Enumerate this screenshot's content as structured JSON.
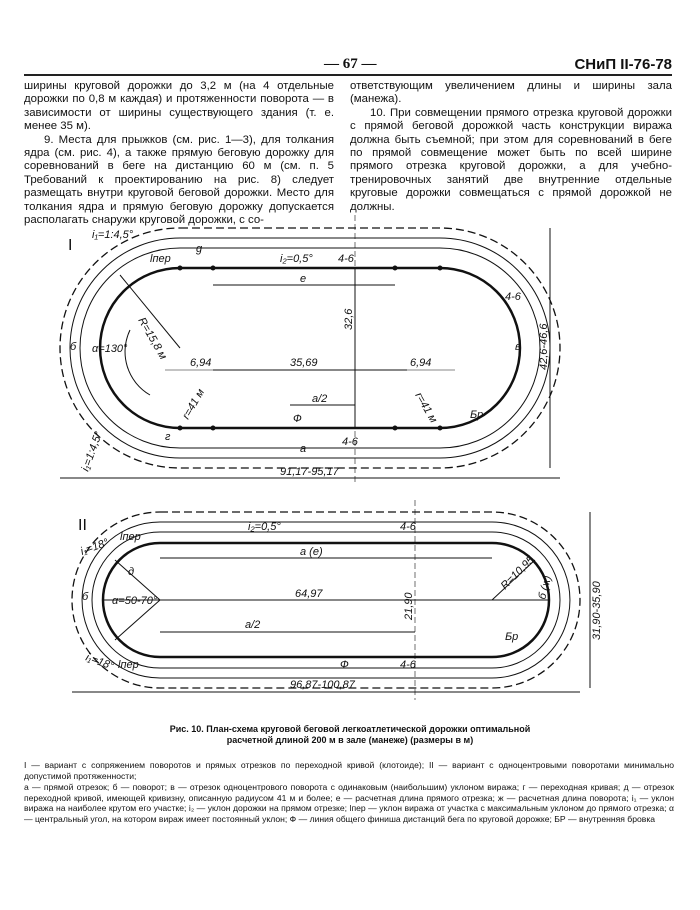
{
  "header": {
    "page_number": "— 67 —",
    "document_code": "СНиП II-76-78"
  },
  "left_column": [
    "ширины круговой дорожки до 3,2 м (на 4 отдельные дорожки по 0,8 м каждая) и протяженности поворота — в зависимости от ширины существующего здания (т. е. менее 35 м).",
    "9. Места для прыжков (см. рис. 1—3), для толкания ядра (см. рис. 4), а также прямую беговую дорожку для соревнований в беге на дистанцию 60 м (см. п. 5 Требований к проектированию на рис. 8) следует размещать внутри круговой беговой дорожки. Место для толкания ядра и прямую беговую дорожку допускается располагать снаружи круговой дорожки, с со-"
  ],
  "right_column": [
    "ответствующим увеличением длины и ширины зала (манежа).",
    "10. При совмещении прямого отрезка круговой дорожки с прямой беговой дорожкой часть конструкции виража должна быть съемной; при этом для соревнований в беге по прямой совмещение может быть по всей ширине прямого отрезка круговой дорожки, а для учебно-тренировочных занятий две внутренние отдельные круговые дорожки совмещаться с прямой дорожкой не должны."
  ],
  "figure1": {
    "label": "I",
    "i1": "i₁=1:4,5°",
    "lper": "lпер",
    "g": "g",
    "i2": "i₂=0,5°",
    "e": "е",
    "h46a": "4-6",
    "h46b": "4-6",
    "h46c": "4-6",
    "radius": "R=15,8 м",
    "alpha": "α=130°",
    "b": "б",
    "v": "в",
    "r41a": "r=41 м",
    "r41b": "r=41 м",
    "d694a": "6,94",
    "d3569": "35,69",
    "d694b": "6,94",
    "d326": "32,6",
    "d426": "42,6-46,6",
    "a2": "а/2",
    "phi": "Ф",
    "a": "а",
    "g2": "г",
    "br": "Бр",
    "i1b": "i₁=1:4,5°",
    "width": "91,17-95,17"
  },
  "figure2": {
    "label": "II",
    "i1": "i₁=18°",
    "lper": "lпер",
    "i2": "i₂=0,5°",
    "ae": "а (е)",
    "h46a": "4-6",
    "h46b": "4-6",
    "alpha": "α=50-70°",
    "b": "б",
    "d": "д",
    "d2190": "21,90",
    "radius": "R=10,95",
    "zh": "б (ж)",
    "d6497": "64,97",
    "d3190": "31,90-35,90",
    "a2": "а/2",
    "phi": "Ф",
    "br": "Бр",
    "i1b": "i₁=18°",
    "lper2": "lпер",
    "width": "96,87-100,87"
  },
  "caption": "Рис. 10. План-схема круговой беговой легкоатлетической дорожки оптимальной расчетной длиной 200 м в зале (манеже) (размеры в м)",
  "legend": [
    "I — вариант с сопряжением поворотов и прямых отрезков по переходной кривой (клотоиде); II — вариант с одноцентровыми поворотами минимально допустимой протяженности;",
    "а — прямой отрезок; б — поворот; в — отрезок одноцентрового поворота с одинаковым (наибольшим) уклоном виража; г — переходная кривая; д — отрезок переходной кривой, имеющей кривизну, описанную радиусом 41 м и более; е — расчетная длина прямого отрезка; ж — расчетная длина поворота; i₁ — уклон виража на наиболее крутом его участке; i₂ — уклон дорожки на прямом отрезке; lпер — уклон виража от участка с максимальным уклоном до прямого отрезка; α — центральный угол, на котором вираж имеет постоянный уклон; Ф — линия общего финиша дистанций бега по круговой дорожке; БР — внутренняя бровка"
  ]
}
